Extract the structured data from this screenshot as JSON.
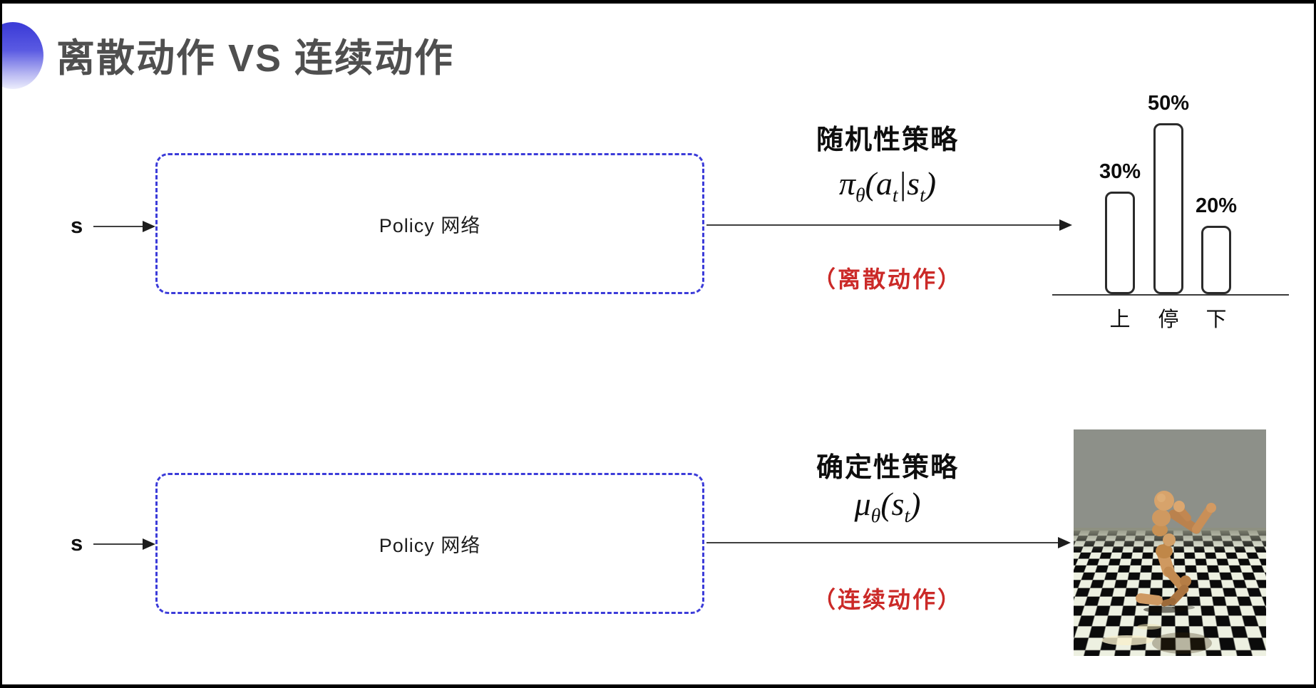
{
  "colors": {
    "accent_blue": "#3c3cd9",
    "note_red": "#cb2a28",
    "title_gray": "#4f4f4f",
    "sky_top": "#5f6377",
    "floor_light": "#edf0e1",
    "floor_dark": "#0b0b0b",
    "robot_skin": "#d29b64"
  },
  "header": {
    "title": "离散动作 VS 连续动作"
  },
  "stochastic_flow": {
    "input_label": "s",
    "box_label": "Policy 网络",
    "policy_name": "随机性策略",
    "formula": {
      "sym": "π",
      "sym_sub": "θ",
      "t1": "(a",
      "t1_sub": "t",
      "t2": "|s",
      "t2_sub": "t",
      "t3": ")"
    },
    "note": "（离散动作）"
  },
  "deterministic_flow": {
    "input_label": "s",
    "box_label": "Policy 网络",
    "policy_name": "确定性策略",
    "formula": {
      "sym": "μ",
      "sym_sub": "θ",
      "t1": "(s",
      "t1_sub": "t",
      "t3": ")"
    },
    "note": "（连续动作）"
  },
  "chart_data": {
    "type": "bar",
    "categories": [
      "上",
      "停",
      "下"
    ],
    "values": [
      30,
      50,
      20
    ],
    "value_labels": [
      "30%",
      "50%",
      "20%"
    ],
    "title": "",
    "xlabel": "",
    "ylabel": "",
    "ylim": [
      0,
      55
    ],
    "grid": false,
    "legend": false,
    "bar_fill": "#ffffff",
    "bar_border": "#2b2b2b"
  },
  "sim_image": {
    "alt": "MuJoCo humanoid robot walking on a black-and-white checkerboard floor under a gray sky"
  }
}
